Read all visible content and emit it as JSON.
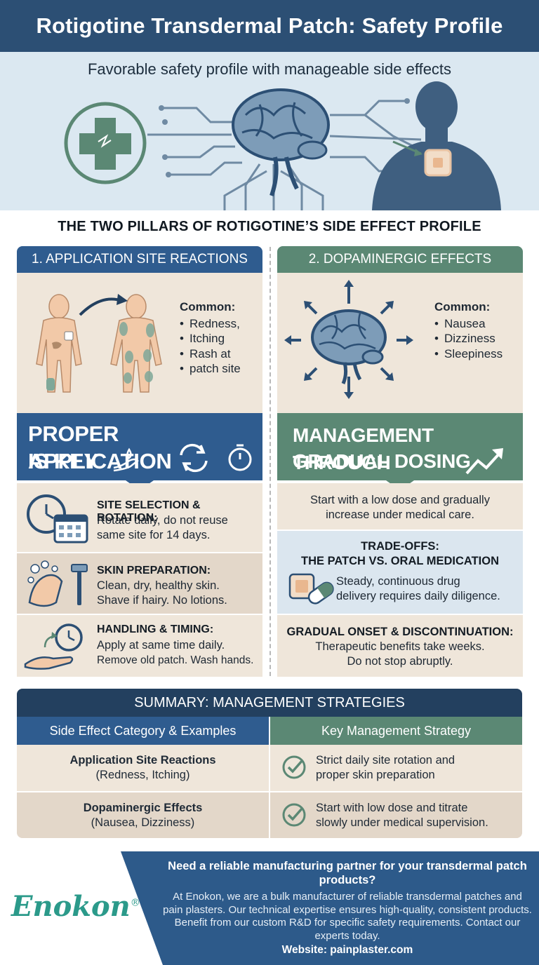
{
  "header": {
    "title": "Rotigotine Transdermal Patch: Safety Profile"
  },
  "hero": {
    "subtitle": "Favorable safety profile with manageable side effects"
  },
  "pillars": {
    "title": "THE TWO PILLARS OF ROTIGOTINE’S SIDE EFFECT PROFILE",
    "left": {
      "heading": "1. APPLICATION SITE REACTIONS",
      "common_label": "Common:",
      "common_items": [
        "Redness,",
        "Itching",
        "Rash at",
        "patch site"
      ],
      "banner_line1": "PROPER APPLICATION",
      "banner_line2": "IS KEY",
      "steps": [
        {
          "title": "SITE SELECTION & ROTATION:",
          "line1": "Rotate daily, do not reuse",
          "line2": "same site for 14 days."
        },
        {
          "title": "SKIN PREPARATION:",
          "line1": "Clean, dry, healthy skin.",
          "line2": "Shave if hairy. No lotions."
        },
        {
          "title": "HANDLING & TIMING:",
          "line1": "Apply at same time daily.",
          "line2": "Remove old patch. Wash hands."
        }
      ]
    },
    "right": {
      "heading": "2. DOPAMINERGIC EFFECTS",
      "common_label": "Common:",
      "common_items": [
        "Nausea",
        "Dizziness",
        "Sleepiness"
      ],
      "banner_line1": "MANAGEMENT THROUGH",
      "banner_line2": "GRADUAL DOSING",
      "dosing_line1": "Start with a low dose and gradually",
      "dosing_line2": "increase under medical care.",
      "tradeoff_title1": "TRADE-OFFS:",
      "tradeoff_title2": "THE PATCH VS. ORAL MEDICATION",
      "tradeoff_line1": "Steady, continuous drug",
      "tradeoff_line2": "delivery requires daily diligence.",
      "onset_title": "GRADUAL ONSET & DISCONTINUATION:",
      "onset_line1": "Therapeutic benefits take weeks.",
      "onset_line2": "Do not stop abruptly."
    }
  },
  "summary": {
    "title": "SUMMARY: MANAGEMENT STRATEGIES",
    "col1": "Side Effect Category & Examples",
    "col2": "Key Management Strategy",
    "rows": [
      {
        "category": "Application Site Reactions",
        "examples": "(Redness, Itching)",
        "strategy1": "Strict daily site rotation and",
        "strategy2": "proper skin preparation"
      },
      {
        "category": "Dopaminergic Effects",
        "examples": "(Nausea, Dizziness)",
        "strategy1": "Start with low dose and titrate",
        "strategy2": "slowly under medical supervision."
      }
    ]
  },
  "footer": {
    "logo": "Enokon",
    "logo_mark": "®",
    "title": "Need a reliable manufacturing partner for your transdermal patch products?",
    "body": "At Enokon, we are a bulk manufacturer of reliable transdermal patches and pain plasters. Our technical expertise ensures high-quality, consistent products. Benefit from our custom R&D for specific safety requirements. Contact our experts today.",
    "website": "Website: painplaster.com"
  },
  "colors": {
    "navy": "#2c4f74",
    "blue": "#2f5c8f",
    "green": "#5b8874",
    "beige": "#efe6da",
    "teal": "#2b9a8a"
  }
}
